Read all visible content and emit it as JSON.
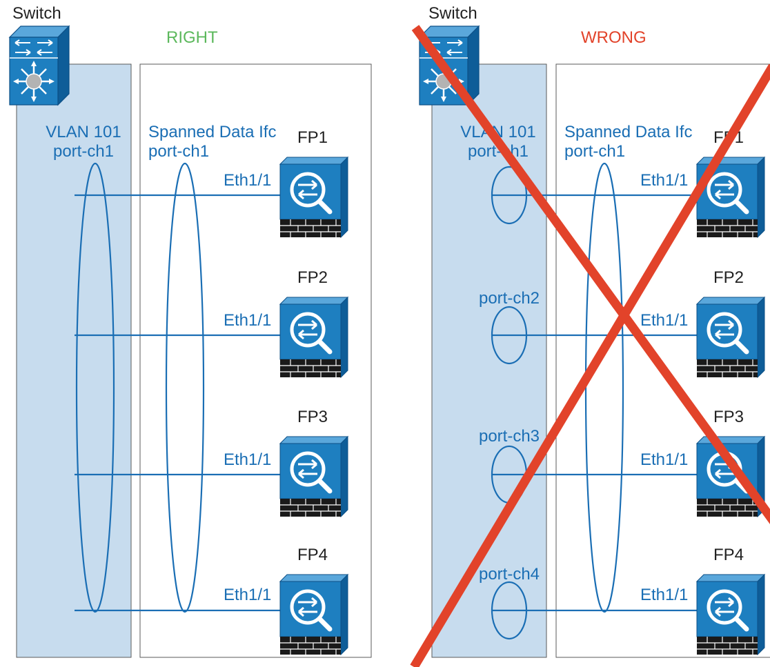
{
  "colors": {
    "switch_zone": "#c7dcee",
    "line_blue": "#1a6eb4",
    "device_blue": "#1e7fc0",
    "right_text": "#5cb85c",
    "wrong_text": "#e2432a",
    "cross_red": "#e2432a",
    "text_dark": "#222222"
  },
  "right": {
    "switch_label": "Switch",
    "status": "RIGHT",
    "switch_group_label": [
      "VLAN 101",
      "port-ch1"
    ],
    "spanned_label": [
      "Spanned Data Ifc",
      "port-ch1"
    ],
    "devices": [
      {
        "name": "FP1",
        "port": "Eth1/1"
      },
      {
        "name": "FP2",
        "port": "Eth1/1"
      },
      {
        "name": "FP3",
        "port": "Eth1/1"
      },
      {
        "name": "FP4",
        "port": "Eth1/1"
      }
    ]
  },
  "wrong": {
    "switch_label": "Switch",
    "status": "WRONG",
    "switch_group_label": [
      "VLAN 101",
      "port-ch1"
    ],
    "spanned_label": [
      "Spanned Data Ifc",
      "port-ch1"
    ],
    "port_channels": [
      "port-ch2",
      "port-ch3",
      "port-ch4"
    ],
    "devices": [
      {
        "name": "FP1",
        "port": "Eth1/1"
      },
      {
        "name": "FP2",
        "port": "Eth1/1"
      },
      {
        "name": "FP3",
        "port": "Eth1/1"
      },
      {
        "name": "FP4",
        "port": "Eth1/1"
      }
    ]
  },
  "icons": {
    "switch": "nexus-switch-icon",
    "firewall": "firepower-appliance-icon",
    "cross": "red-x-mark"
  }
}
